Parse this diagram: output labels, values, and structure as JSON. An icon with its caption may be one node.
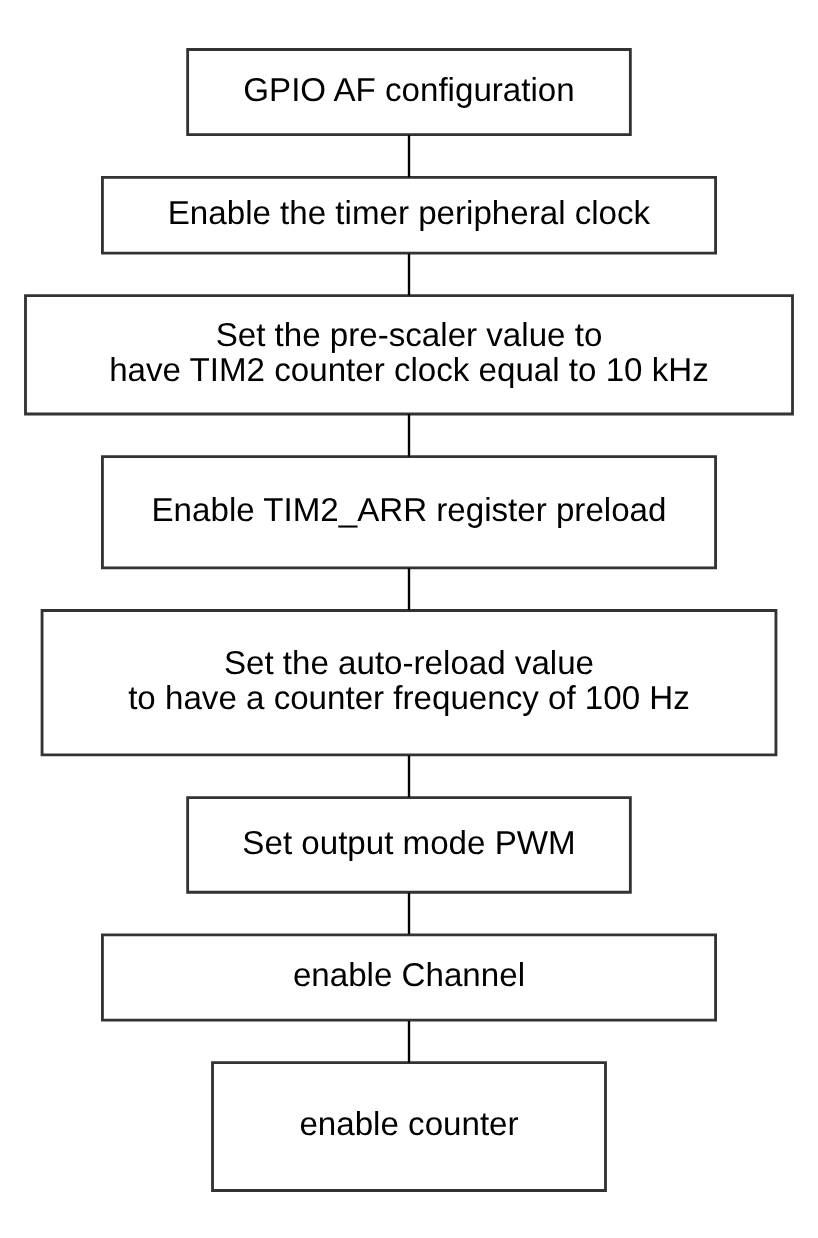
{
  "diagram": {
    "nodes": [
      {
        "text": [
          "GPIO AF configuration"
        ]
      },
      {
        "text": [
          "Enable the timer peripheral clock"
        ]
      },
      {
        "text": [
          "Set the pre-scaler value to have TIM2 counter clock equal to 10 kHz"
        ]
      },
      {
        "text": [
          "Enable TIM2_ARR register preload"
        ]
      },
      {
        "text": [
          "Set the auto-reload value to have a counter frequency of 100 Hz"
        ]
      },
      {
        "text": [
          "Set output mode PWM"
        ]
      },
      {
        "text": [
          "enable Channel"
        ]
      },
      {
        "text": [
          "enable counter"
        ]
      }
    ],
    "edges": [
      {
        "from": 0,
        "to": 1,
        "arrow": "none"
      },
      {
        "from": 1,
        "to": 2,
        "arrow": "none"
      },
      {
        "from": 2,
        "to": 3,
        "arrow": "none"
      },
      {
        "from": 3,
        "to": 4,
        "arrow": "none"
      },
      {
        "from": 4,
        "to": 5,
        "arrow": "none"
      },
      {
        "from": 5,
        "to": 6,
        "arrow": "none"
      },
      {
        "from": 6,
        "to": 7,
        "arrow": "none"
      }
    ]
  }
}
